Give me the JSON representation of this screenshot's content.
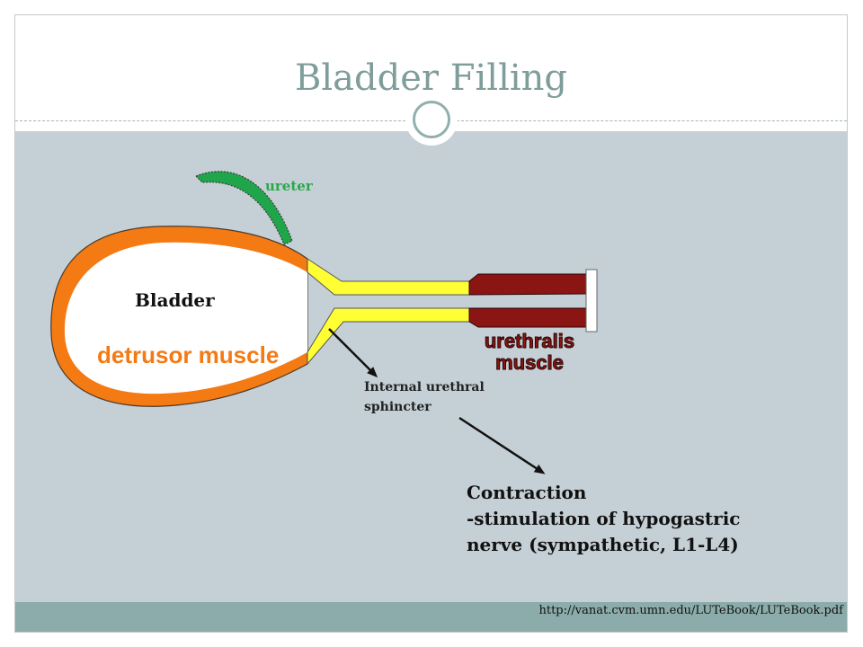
{
  "slide": {
    "title": "Bladder Filling",
    "source_url": "http://vanat.cvm.umn.edu/LUTeBook/LUTeBook.pdf"
  },
  "diagram": {
    "labels": {
      "ureter": "ureter",
      "bladder": "Bladder",
      "detrusor": "detrusor muscle",
      "urethralis_line1": "urethralis",
      "urethralis_line2": "muscle",
      "sphincter_line1": "Internal urethral",
      "sphincter_line2": "sphincter",
      "contraction_line1": "Contraction",
      "contraction_line2": "-stimulation of hypogastric",
      "contraction_line3": "nerve (sympathetic, L1-L4)"
    },
    "colors": {
      "detrusor": "#f47a14",
      "ureter": "#1fa64b",
      "sphincter": "#ffff33",
      "urethralis": "#8b1512",
      "background": "#c5d0d6",
      "title": "#7f9d9a"
    }
  }
}
